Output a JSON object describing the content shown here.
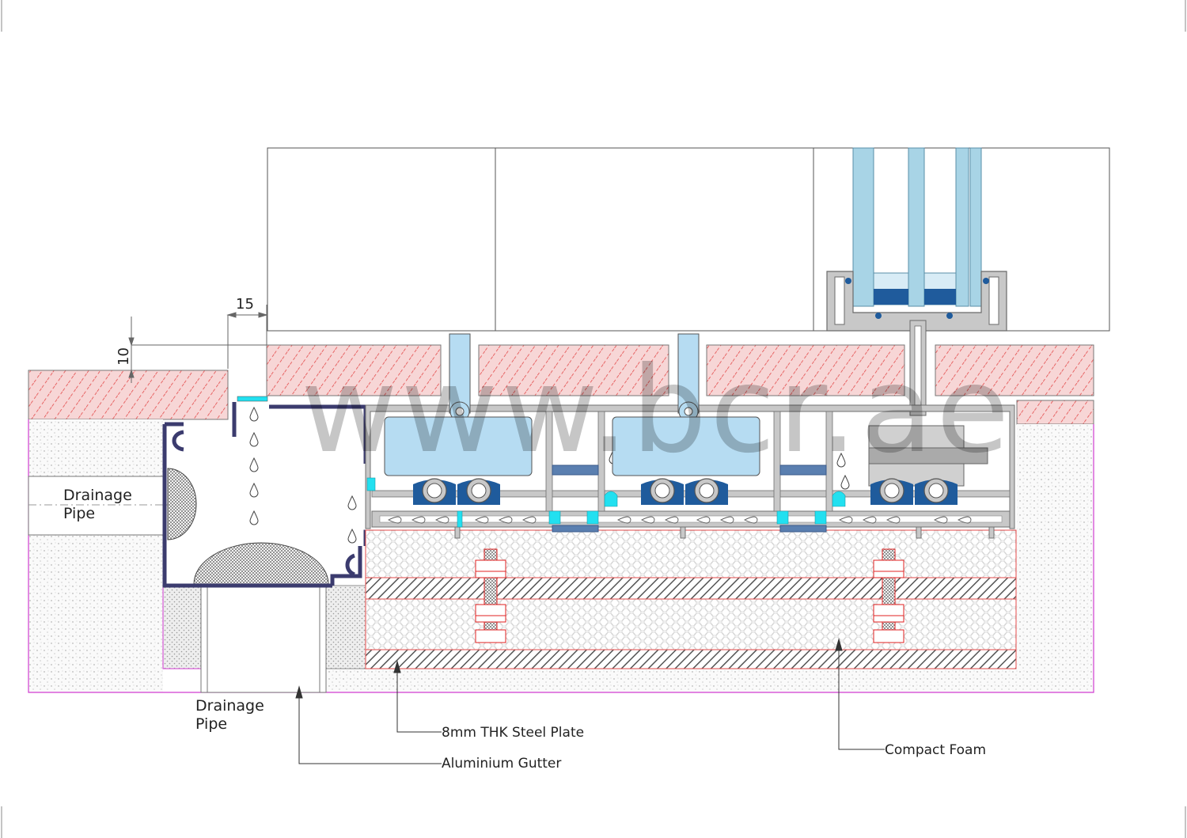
{
  "dimensions": {
    "horizontal": "15",
    "vertical": "10"
  },
  "labels": {
    "drainage_pipe_side_line1": "Drainage",
    "drainage_pipe_side_line2": "Pipe",
    "drainage_pipe_bottom_line1": "Drainage",
    "drainage_pipe_bottom_line2": "Pipe",
    "steel_plate": "8mm THK Steel Plate",
    "aluminium_gutter": "Aluminium Gutter",
    "compact_foam": "Compact Foam"
  },
  "watermark": "www.bcr.ae",
  "colors": {
    "line": "#444444",
    "frame_fill": "#c8c8c8",
    "frame_stroke": "#707070",
    "paving_hatch": "#e34a4a",
    "gutter": "#3b3b6e",
    "glass": "#a8d4e6",
    "panel_blue": "#b6dcf2",
    "gasket": "#1f5b9c",
    "cyan_seal": "#22e0f0",
    "magenta": "#d03cd0",
    "bolt": "#e02020",
    "steel_hatch": "#555555"
  }
}
